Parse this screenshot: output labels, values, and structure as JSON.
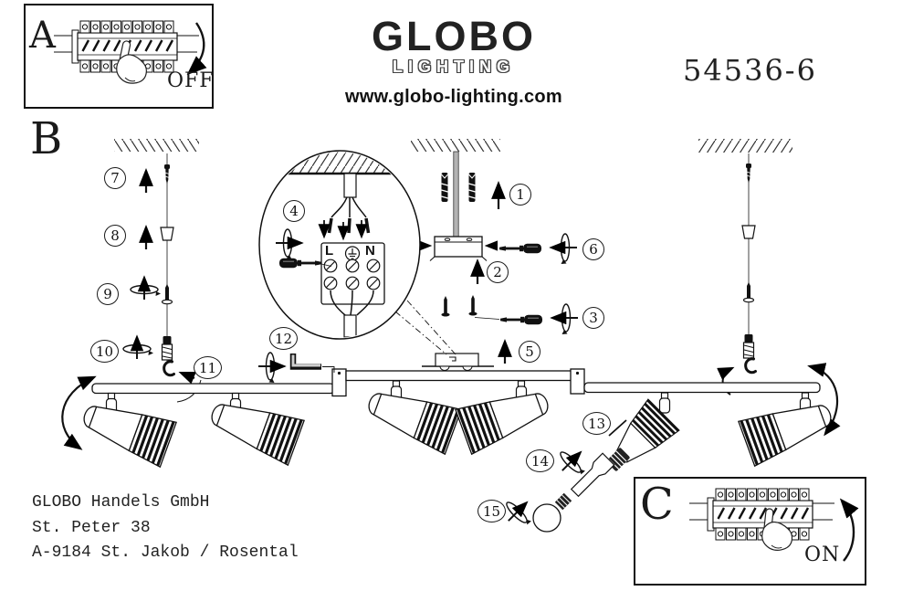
{
  "header": {
    "brand": "GLOBO",
    "brand_sub": "LIGHTING",
    "website": "www.globo-lighting.com",
    "model": "54536-6"
  },
  "sections": {
    "a_label": "A",
    "b_label": "B",
    "c_label": "C"
  },
  "power": {
    "off_label": "OFF",
    "on_label": "ON"
  },
  "terminal_block": {
    "live": "L",
    "neutral": "N",
    "earth_icon": "circled-earth-symbol"
  },
  "step_badges": {
    "p1": "1",
    "p2": "2",
    "p3": "3",
    "p4": "4",
    "p5": "5",
    "p6": "6",
    "p7": "7",
    "p8": "8",
    "p9": "9",
    "p10": "10",
    "p11": "11",
    "p12": "12",
    "p13": "13",
    "p14": "14",
    "p15": "15"
  },
  "manufacturer": {
    "line1": "GLOBO Handels GmbH",
    "line2": "St. Peter 38",
    "line3": "A-9184 St. Jakob / Rosental"
  },
  "colors": {
    "ink": "#1a1a1a",
    "background": "#ffffff"
  }
}
